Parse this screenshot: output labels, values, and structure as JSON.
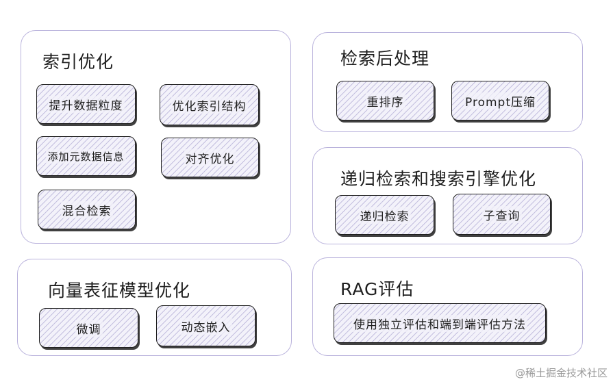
{
  "groups": {
    "index": {
      "title": "索引优化",
      "items": [
        "提升数据粒度",
        "优化索引结构",
        "添加元数据信息",
        "对齐优化",
        "混合检索"
      ]
    },
    "post": {
      "title": "检索后处理",
      "items": [
        "重排序",
        "Prompt压缩"
      ]
    },
    "recursive": {
      "title": "递归检索和搜索引擎优化",
      "items": [
        "递归检索",
        "子查询"
      ]
    },
    "vector": {
      "title": "向量表征模型优化",
      "items": [
        "微调",
        "动态嵌入"
      ]
    },
    "rag": {
      "title": "RAG评估",
      "items": [
        "使用独立评估和端到端评估方法"
      ]
    }
  },
  "watermark": "@稀土掘金技术社区",
  "colors": {
    "group_border": "#b9b2dc",
    "item_border": "#1e1e1e",
    "hatch": "#786eb4",
    "watermark": "#9a9a9a"
  }
}
